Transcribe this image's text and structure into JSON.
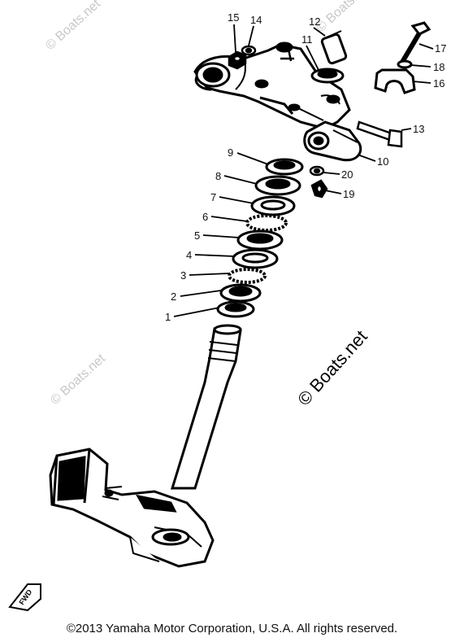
{
  "watermarks": {
    "main": "© Boats.net",
    "faint": "© Boats.net"
  },
  "callouts": [
    "1",
    "2",
    "3",
    "4",
    "5",
    "6",
    "7",
    "8",
    "9",
    "10",
    "11",
    "12",
    "13",
    "14",
    "15",
    "16",
    "17",
    "18",
    "19",
    "20"
  ],
  "fwd_label": "FWD",
  "copyright": "©2013 Yamaha Motor Corporation, U.S.A. All rights reserved."
}
